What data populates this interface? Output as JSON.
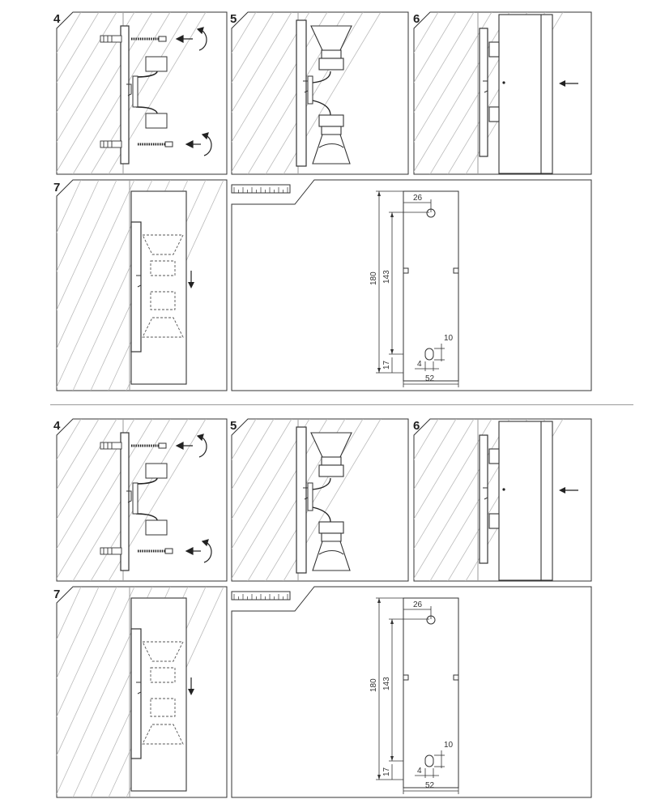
{
  "sheets": [
    {
      "steps": [
        "4",
        "5",
        "6",
        "7"
      ],
      "dimensions": {
        "d26": "26",
        "d180": "180",
        "d143": "143",
        "d10": "10",
        "d17": "17",
        "d4": "4",
        "d52": "52"
      }
    },
    {
      "steps": [
        "4",
        "5",
        "6",
        "7"
      ],
      "dimensions": {
        "d26": "26",
        "d180": "180",
        "d143": "143",
        "d10": "10",
        "d17": "17",
        "d4": "4",
        "d52": "52"
      }
    }
  ],
  "colors": {
    "line": "#333333",
    "wall_hatch": "#bbbbbb",
    "frame": "#555555"
  }
}
